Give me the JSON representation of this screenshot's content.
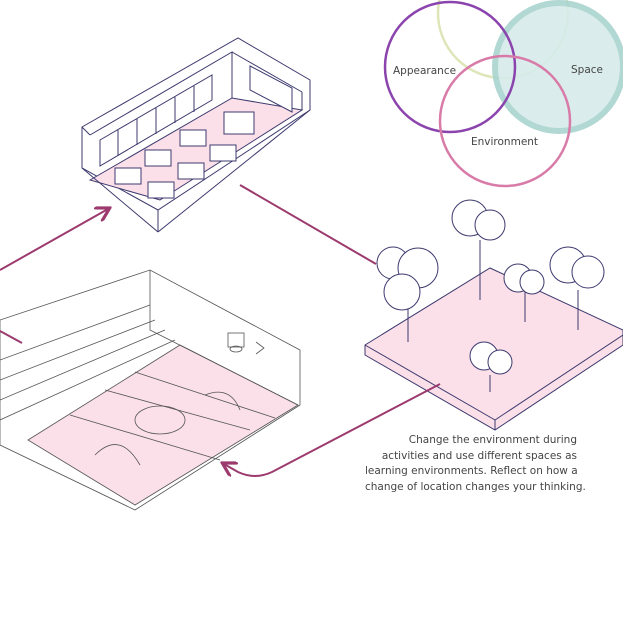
{
  "venn": {
    "labels": {
      "appearance": "Appearance",
      "space": "Space",
      "environment": "Environment"
    },
    "colors": {
      "appearance": "#8b44ad",
      "space": "#a9d4cf",
      "environment": "#d97ba8",
      "fourth": "#dde6b8"
    }
  },
  "caption": {
    "lines": [
      "Change the environment during",
      "activities and use different spaces as",
      "learning environments. Reflect on how a",
      "change of location changes your thinking."
    ]
  },
  "colors": {
    "arrow": "#9c3a6e",
    "floor": "#fbe0ea",
    "line": "#3d3a6e"
  }
}
